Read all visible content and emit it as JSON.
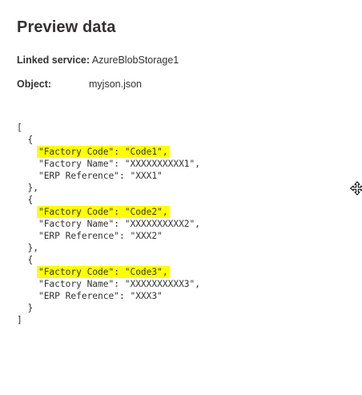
{
  "panel": {
    "title": "Preview data",
    "linked_service_label": "Linked service:",
    "linked_service_value": "AzureBlobStorage1",
    "object_label": "Object:",
    "object_value": "myjson.json"
  },
  "preview": {
    "lines": [
      {
        "indent": "",
        "text": "[",
        "highlighted": false
      },
      {
        "indent": "  ",
        "text": "{",
        "highlighted": false
      },
      {
        "indent": "    ",
        "text": "\"Factory Code\": \"Code1\",",
        "highlighted": true
      },
      {
        "indent": "    ",
        "text": "\"Factory Name\": \"XXXXXXXXXX1\",",
        "highlighted": false
      },
      {
        "indent": "    ",
        "text": "\"ERP Reference\": \"XXX1\"",
        "highlighted": false
      },
      {
        "indent": "  ",
        "text": "},",
        "highlighted": false
      },
      {
        "indent": "  ",
        "text": "{",
        "highlighted": false
      },
      {
        "indent": "    ",
        "text": "\"Factory Code\": \"Code2\",",
        "highlighted": true
      },
      {
        "indent": "    ",
        "text": "\"Factory Name\": \"XXXXXXXXXX2\",",
        "highlighted": false
      },
      {
        "indent": "    ",
        "text": "\"ERP Reference\": \"XXX2\"",
        "highlighted": false
      },
      {
        "indent": "  ",
        "text": "},",
        "highlighted": false
      },
      {
        "indent": "  ",
        "text": "{",
        "highlighted": false
      },
      {
        "indent": "    ",
        "text": "\"Factory Code\": \"Code3\",",
        "highlighted": true
      },
      {
        "indent": "    ",
        "text": "\"Factory Name\": \"XXXXXXXXXX3\",",
        "highlighted": false
      },
      {
        "indent": "    ",
        "text": "\"ERP Reference\": \"XXX3\"",
        "highlighted": false
      },
      {
        "indent": "  ",
        "text": "}",
        "highlighted": false
      },
      {
        "indent": "",
        "text": "]",
        "highlighted": false
      }
    ]
  },
  "style": {
    "highlight_color": "#ffff00",
    "text_color": "#323130"
  },
  "cursor": {
    "icon": "move-cursor-icon"
  }
}
